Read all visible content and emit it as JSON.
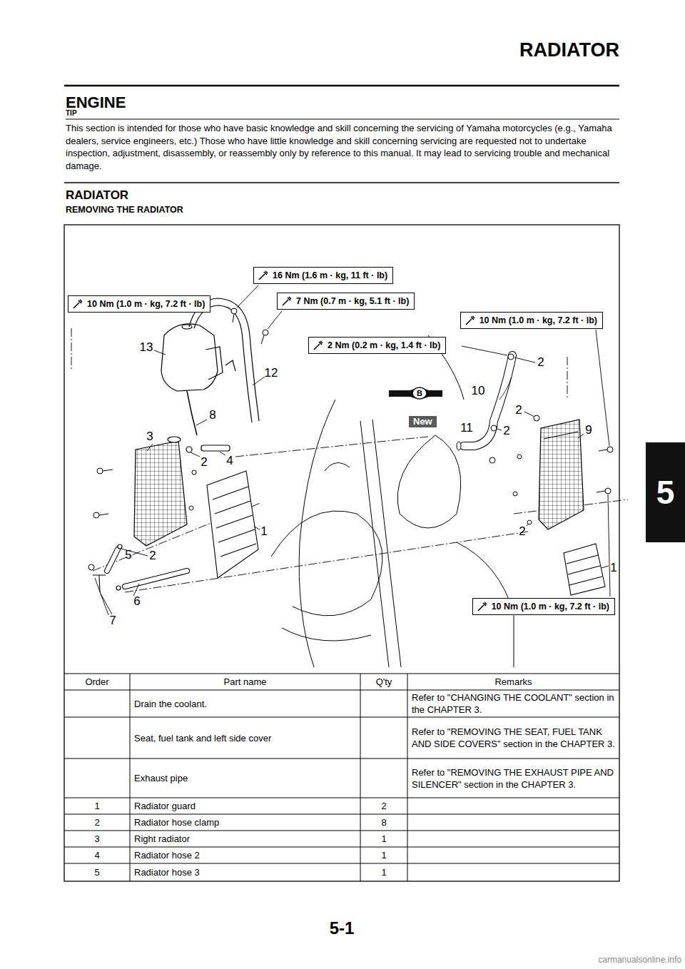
{
  "diagram": {
    "title": "RADIATOR",
    "nodes": [
      {
        "text": [
          "16 Nm (1.6 m · kg, 11 ft · lb)"
        ]
      },
      {
        "text": [
          "10 Nm (1.0 m · kg, 7.2 ft · lb)"
        ]
      },
      {
        "text": [
          "7 Nm (0.7 m · kg, 5.1 ft · lb)"
        ]
      },
      {
        "text": [
          "10 Nm (1.0 m · kg, 7.2 ft · lb)"
        ]
      },
      {
        "text": [
          "2 Nm (0.2 m · kg, 1.4 ft · lb)"
        ]
      },
      {
        "text": [
          "New"
        ]
      },
      {
        "text": [
          "10 Nm (1.0 m · kg, 7.2 ft · lb)"
        ]
      },
      {
        "text": [
          "5"
        ]
      }
    ],
    "labels": [
      "ENGINE",
      "TIP",
      "This section is intended for those who have basic knowledge and skill concerning the servicing of Yamaha motorcycles (e.g., Yamaha dealers, service engineers, etc.) Those who have little knowledge and skill concerning servicing are requested not to undertake inspection, adjustment, disassembly, or reassembly only by reference to this manual. It may lead to servicing trouble and mechanical damage.",
      "RADIATOR",
      "REMOVING THE RADIATOR",
      "13",
      "12",
      "8",
      "3",
      "2",
      "4",
      "1",
      "5",
      "2",
      "6",
      "7",
      "B",
      "10",
      "2",
      "2",
      "11",
      "2",
      "9",
      "2",
      "1",
      "Order",
      "Part name",
      "Q'ty",
      "Remarks",
      "Drain the coolant.",
      "Refer to \"CHANGING THE COOLANT\" section in the CHAPTER 3.",
      "Seat, fuel tank and left side cover",
      "Refer to \"REMOVING THE SEAT, FUEL TANK AND SIDE COVERS\" section in the CHAPTER 3.",
      "Exhaust pipe",
      "Refer to \"REMOVING THE EXHAUST PIPE AND SILENCER\" section in the CHAPTER 3.",
      "1",
      "Radiator guard",
      "2",
      "2",
      "Radiator hose clamp",
      "8",
      "3",
      "Right radiator",
      "1",
      "4",
      "Radiator hose 2",
      "1",
      "5",
      "Radiator hose 3",
      "1",
      "5-1",
      "carmanualsonline.info"
    ]
  }
}
